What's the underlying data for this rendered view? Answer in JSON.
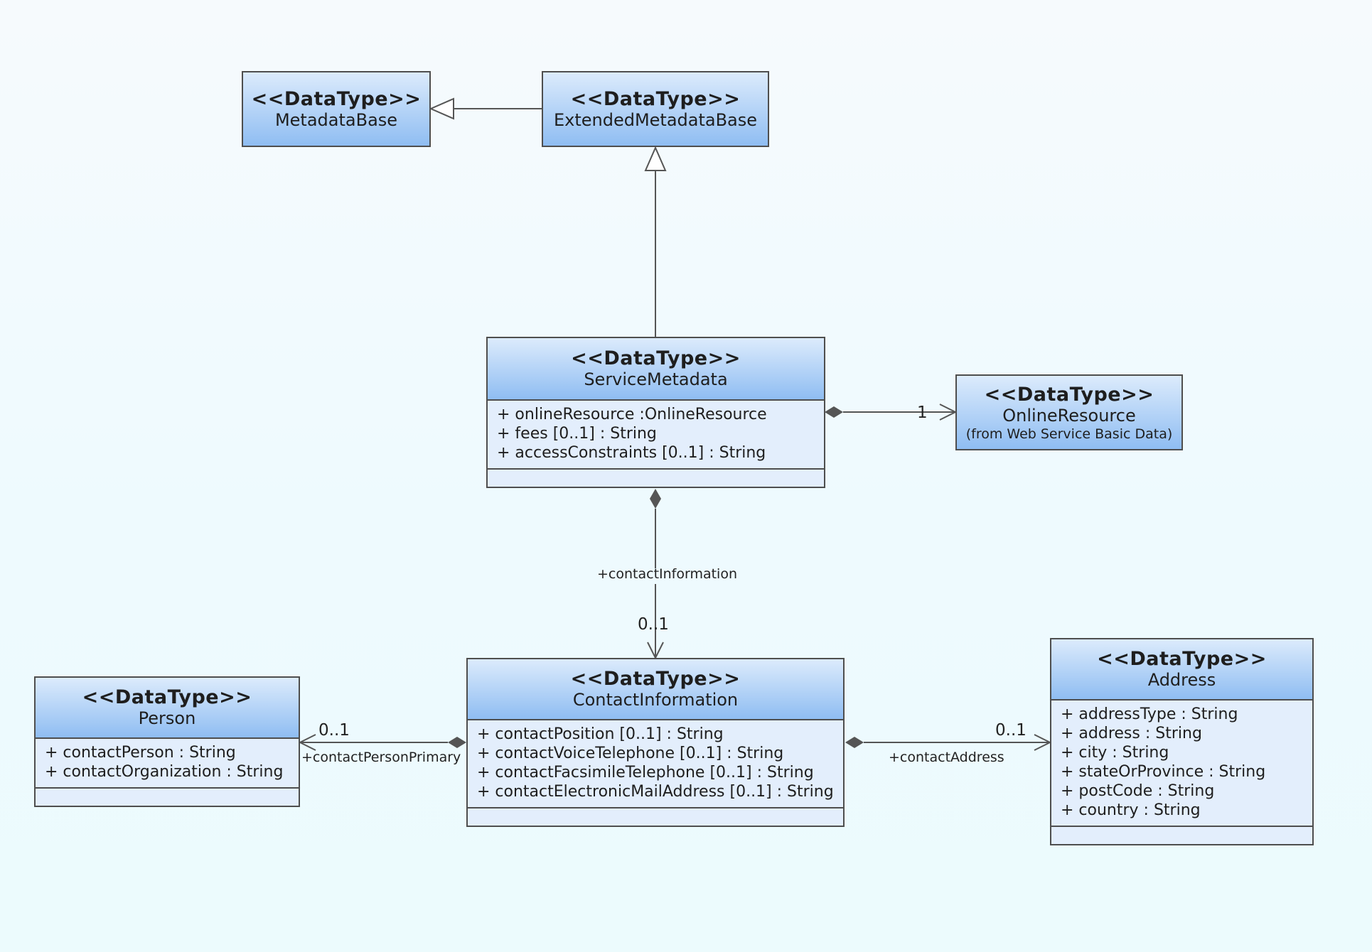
{
  "classes": {
    "metadata_base": {
      "stereotype": "<<DataType>>",
      "name": "MetadataBase"
    },
    "extended_metadata_base": {
      "stereotype": "<<DataType>>",
      "name": "ExtendedMetadataBase"
    },
    "service_metadata": {
      "stereotype": "<<DataType>>",
      "name": "ServiceMetadata",
      "attributes": [
        "+ onlineResource :OnlineResource",
        "+ fees [0..1] : String",
        "+ accessConstraints [0..1] : String"
      ]
    },
    "online_resource": {
      "stereotype": "<<DataType>>",
      "name": "OnlineResource",
      "note": "(from Web Service Basic Data)"
    },
    "person": {
      "stereotype": "<<DataType>>",
      "name": "Person",
      "attributes": [
        "+ contactPerson : String",
        "+ contactOrganization : String"
      ]
    },
    "contact_information": {
      "stereotype": "<<DataType>>",
      "name": "ContactInformation",
      "attributes": [
        "+ contactPosition [0..1] : String",
        "+ contactVoiceTelephone [0..1] : String",
        "+ contactFacsimileTelephone [0..1] : String",
        "+ contactElectronicMailAddress [0..1] : String"
      ]
    },
    "address": {
      "stereotype": "<<DataType>>",
      "name": "Address",
      "attributes": [
        "+ addressType : String",
        "+ address : String",
        "+ city : String",
        "+ stateOrProvince : String",
        "+ postCode : String",
        "+ country : String"
      ]
    }
  },
  "relations": {
    "online_resource": {
      "multiplicity": "1"
    },
    "contact_information": {
      "role": "+contactInformation",
      "multiplicity": "0..1"
    },
    "contact_person": {
      "role": "+contactPersonPrimary",
      "multiplicity": "0..1"
    },
    "contact_address": {
      "role": "+contactAddress",
      "multiplicity": "0..1"
    }
  }
}
